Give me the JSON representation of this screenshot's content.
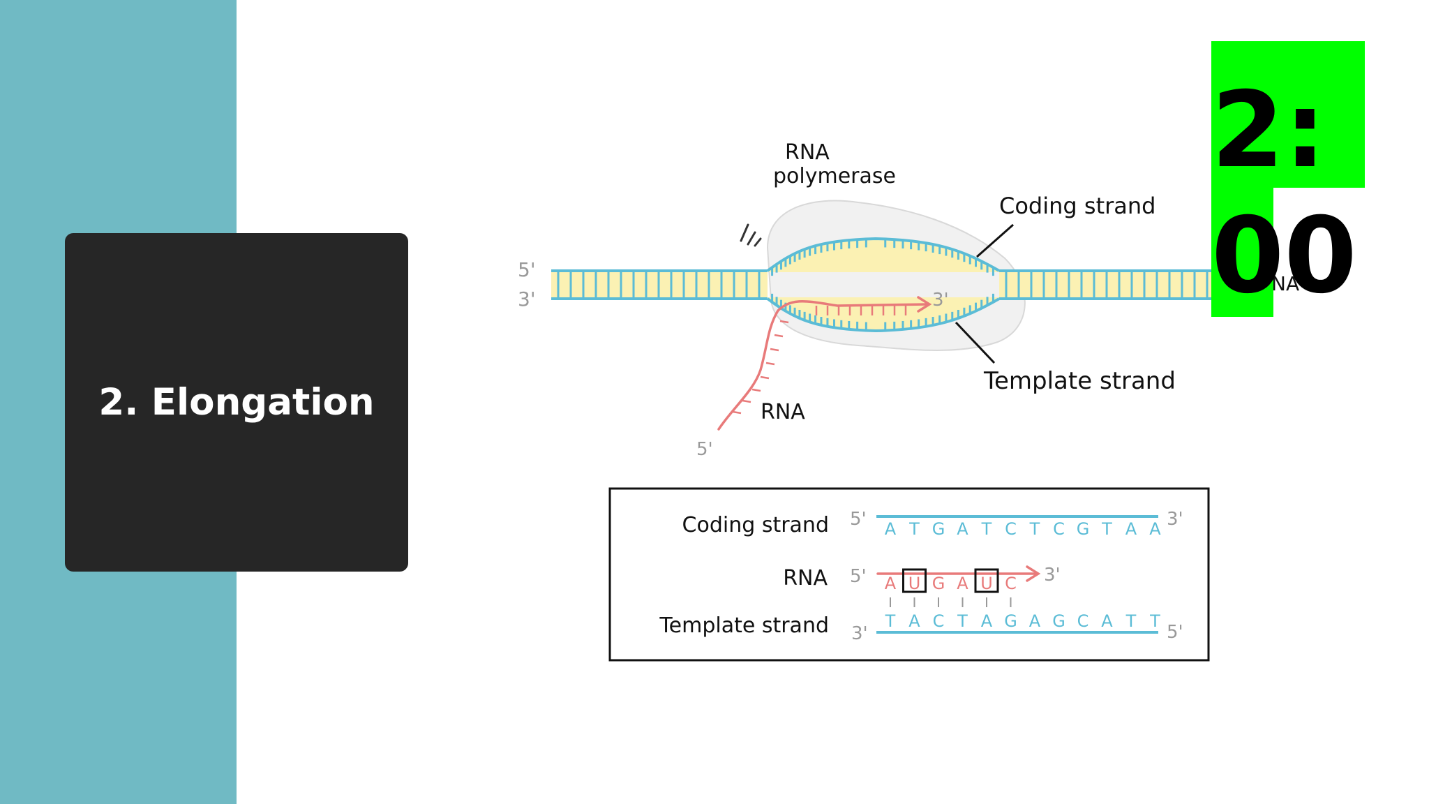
{
  "slide": {
    "title": "2. Elongation",
    "timer": "2:00"
  },
  "diagram": {
    "polymerase_label": [
      "RNA",
      "polymerase"
    ],
    "coding_strand_label": "Coding strand",
    "template_strand_label": "Template strand",
    "rna_label": "RNA",
    "dna_label_partial": "NA",
    "prime5": "5'",
    "prime3": "3'"
  },
  "sequence_box": {
    "coding_label": "Coding strand",
    "rna_label": "RNA",
    "template_label": "Template strand",
    "coding_sequence": [
      "A",
      "T",
      "G",
      "A",
      "T",
      "C",
      "T",
      "C",
      "G",
      "T",
      "A",
      "A"
    ],
    "rna_sequence": [
      "A",
      "U",
      "G",
      "A",
      "U",
      "C"
    ],
    "template_sequence": [
      "T",
      "A",
      "C",
      "T",
      "A",
      "G",
      "A",
      "G",
      "C",
      "A",
      "T",
      "T"
    ],
    "highlighted_rna_positions": [
      1,
      4
    ],
    "prime5": "5'",
    "prime3": "3'"
  },
  "colors": {
    "band": "#70BAC4",
    "card": "#262626",
    "dna_blue": "#5BBCD6",
    "base_yellow": "#FBF1B3",
    "rna_red": "#E87A7A",
    "polymerase_gray": "#F1F1F1",
    "timer_green": "#00FF00"
  }
}
